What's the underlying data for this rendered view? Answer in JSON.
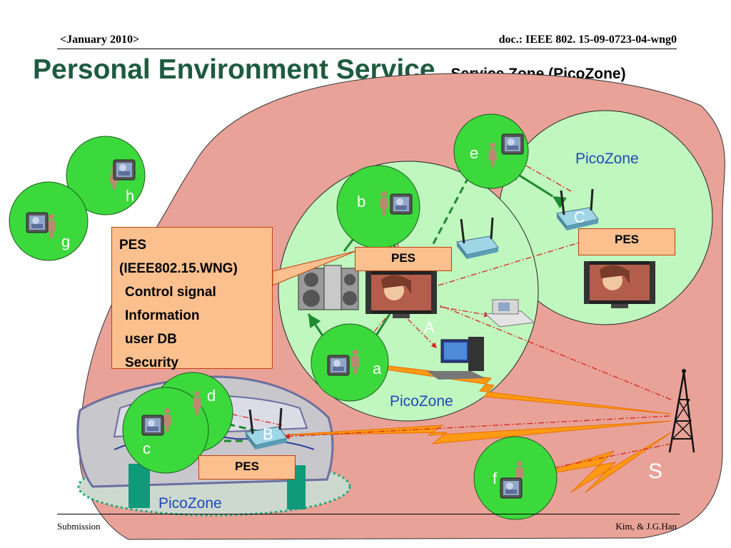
{
  "header": {
    "date": "<January 2010>",
    "doc_id": "doc.: IEEE 802. 15-09-0723-04-wng0"
  },
  "title": {
    "main": "Personal Environment Service",
    "dash": "–",
    "subtitle": "Service Zone (PicoZone)"
  },
  "pes_box": {
    "lines": [
      "PES",
      "(IEEE802.15.WNG)",
      "Control signal",
      "Information",
      "user DB",
      "Security"
    ]
  },
  "pes_labels": {
    "center": "PES",
    "right": "PES",
    "car": "PES"
  },
  "zones": {
    "center": "PicoZone",
    "right": "PicoZone",
    "car": "PicoZone"
  },
  "nodes": {
    "a": "a",
    "b": "b",
    "c": "c",
    "d": "d",
    "e": "e",
    "f": "f",
    "g": "g",
    "h": "h",
    "A": "A",
    "B": "B",
    "C": "C",
    "S": "S"
  },
  "footer": {
    "left": "Submission",
    "right": "Kim, & J.G.Han"
  },
  "colors": {
    "title_green": "#1e5b3e",
    "zone_pink": "#e8a298",
    "picozone_green": "#bff7bf",
    "node_green": "#3cd93c",
    "pes_box_fill": "#fbc08e",
    "arrow_green": "#1e8a2e",
    "arrow_red": "#d9261c",
    "signal_orange": "#ff9a14"
  }
}
